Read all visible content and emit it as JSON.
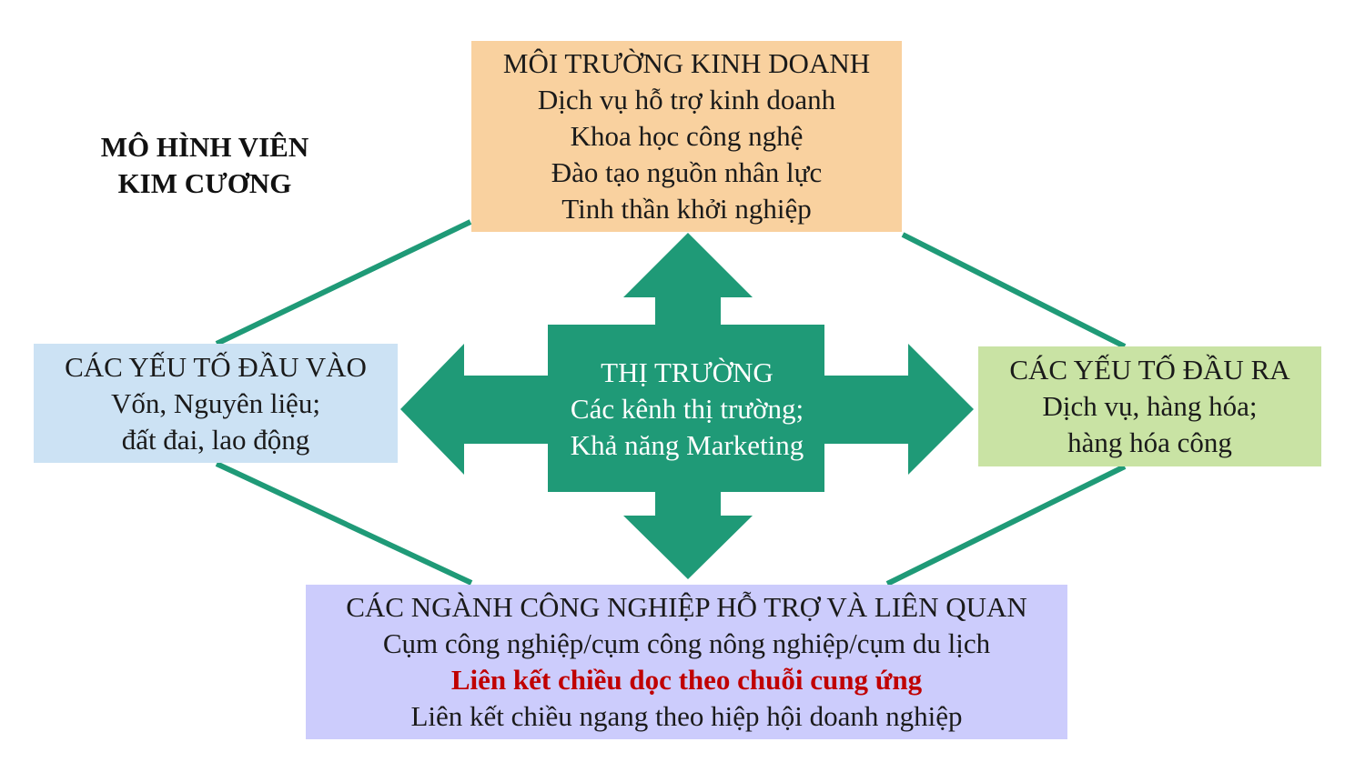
{
  "title": {
    "line1": "MÔ HÌNH VIÊN",
    "line2": "KIM CƯƠNG"
  },
  "business_environment": {
    "heading": "MÔI TRƯỜNG KINH DOANH",
    "items": [
      "Dịch vụ hỗ trợ kinh doanh",
      "Khoa học công nghệ",
      "Đào tạo nguồn nhân lực",
      "Tinh thần khởi nghiệp"
    ]
  },
  "inputs": {
    "heading": "CÁC YẾU TỐ ĐẦU VÀO",
    "lines": [
      "Vốn, Nguyên liệu;",
      "đất đai, lao động"
    ]
  },
  "outputs": {
    "heading": "CÁC YẾU TỐ ĐẦU RA",
    "lines": [
      "Dịch vụ, hàng hóa;",
      "hàng hóa công"
    ]
  },
  "market": {
    "heading": "THỊ TRƯỜNG",
    "lines": [
      "Các kênh thị trường;",
      "Khả năng Marketing"
    ]
  },
  "supporting_industries": {
    "heading": "CÁC NGÀNH CÔNG NGHIỆP HỖ TRỢ VÀ LIÊN QUAN",
    "line1": "Cụm công nghiệp/cụm công nông nghiệp/cụm du lịch",
    "highlight": "Liên kết chiều dọc theo chuỗi cung ứng",
    "line3": "Liên kết chiều ngang theo hiệp hội doanh nghiệp"
  },
  "colors": {
    "arrow": "#1f9a77",
    "connector": "#1f9a77",
    "business_environment_bg": "#f9d19f",
    "inputs_bg": "#cce2f4",
    "outputs_bg": "#c9e3a4",
    "supporting_industries_bg": "#ccccfc",
    "highlight_text": "#c00000"
  }
}
